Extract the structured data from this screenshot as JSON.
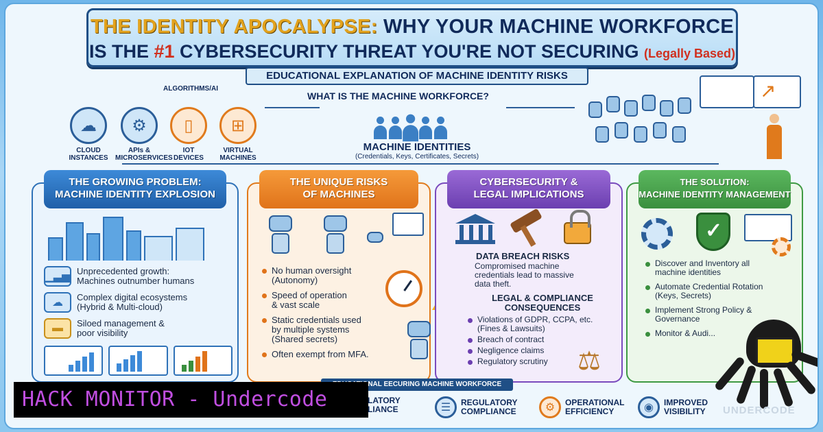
{
  "title": {
    "part1": "THE IDENTITY APOCALYPSE:",
    "part2": " WHY YOUR MACHINE WORKFORCE",
    "line2a": "IS THE ",
    "line2b": "#1",
    "line2c": " CYBERSECURITY THREAT YOU'RE NOT SECURING ",
    "line2d": "(Legally Based)"
  },
  "subtitle": "EDUCATIONAL EXPLANATION OF MACHINE IDENTITY RISKS",
  "machine_types": {
    "algorithms": "ALGORITHMS/AI",
    "items": [
      {
        "label": "CLOUD\nINSTANCES",
        "icon": "cloud-icon"
      },
      {
        "label": "APIs &\nMICROSERVICES",
        "icon": "api-gear-icon"
      },
      {
        "label": "IOT\nDEVICES",
        "icon": "phone-icon"
      },
      {
        "label": "VIRTUAL\nMACHINES",
        "icon": "windows-icon"
      }
    ]
  },
  "what_is": "WHAT IS THE MACHINE WORKFORCE?",
  "machine_identities": {
    "heading": "MACHINE IDENTITIES",
    "detail": "(Credentials, Keys, Certificates, Secrets)"
  },
  "panels": {
    "growing": {
      "title": "THE GROWING PROBLEM:\nMACHINE IDENTITY EXPLOSION",
      "items": [
        {
          "text": "Unprecedented growth:\nMachines outnumber humans",
          "icon": "growth-chart-icon"
        },
        {
          "text": "Complex digital ecosystems\n(Hybrid & Multi-cloud)",
          "icon": "cloud-icon"
        },
        {
          "text": "Siloed management &\npoor visibility",
          "icon": "folder-icon"
        }
      ]
    },
    "risks": {
      "title": "THE UNIQUE RISKS\nOF MACHINES",
      "items": [
        "No human oversight\n(Autonomy)",
        "Speed of operation\n& vast scale",
        "Static credentials used\nby multiple systems\n(Shared secrets)",
        "Often exempt from MFA."
      ]
    },
    "legal": {
      "title": "CYBERSECURITY &\nLEGAL IMPLICATIONS",
      "breach_heading": "DATA BREACH RISKS",
      "breach_text": "Compromised machine\ncredentials lead to massive\ndata theft.",
      "legal_heading": "LEGAL & COMPLIANCE\nCONSEQUENCES",
      "items": [
        "Violations of GDPR, CCPA, etc.\n(Fines & Lawsuits)",
        "Breach of contract",
        "Negligence claims",
        "Regulatory scrutiny"
      ]
    },
    "solution": {
      "title": "THE SOLUTION:\nMACHINE IDENTITY MANAGEMENT",
      "items": [
        "Discover and Inventory all\nmachine identities",
        "Automate Credential Rotation\n(Keys, Secrets)",
        "Implement Strong Policy &\nGovernance",
        "Monitor & Audi..."
      ]
    }
  },
  "bottom": {
    "header": "EDUCATIONAL EECURING MACHINE WORKFORCE",
    "items": [
      {
        "label": "GULATORY\nMPLIANCE",
        "icon": "clipboard-icon"
      },
      {
        "label": "REGULATORY\nCOMPLIANCE",
        "icon": "checklist-icon"
      },
      {
        "label": "OPERATIONAL\nEFFICIENCY",
        "icon": "gear-icon"
      },
      {
        "label": "IMPROVED\nVISIBILITY",
        "icon": "eye-icon"
      }
    ]
  },
  "overlay": {
    "hack_monitor": "HACK MONITOR - Undercode",
    "brand": "UNDERCODE"
  },
  "colors": {
    "navy": "#102a5a",
    "blue_panel": "#1f5fa8",
    "orange_panel": "#e0731a",
    "purple_panel": "#6b3fb0",
    "green_panel": "#3a8f3e",
    "hack_text": "#c04ee0"
  }
}
